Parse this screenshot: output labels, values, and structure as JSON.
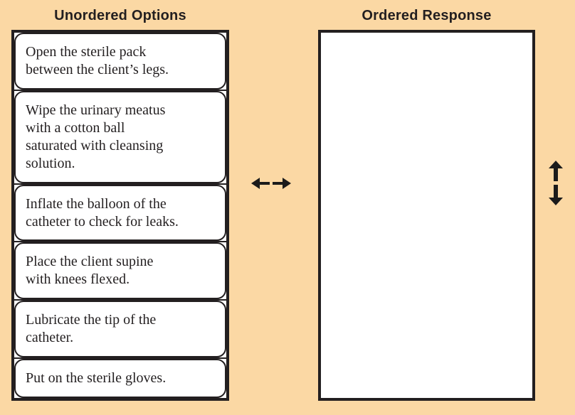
{
  "colors": {
    "background": "#FBD8A4",
    "ink": "#231F20",
    "card_background": "#FFFFFF"
  },
  "unordered_panel": {
    "title": "Unordered Options",
    "options": [
      "Open the sterile pack\nbetween the client’s legs.",
      "Wipe the urinary meatus\nwith a cotton ball\nsaturated with cleansing\nsolution.",
      "Inflate the balloon of the\ncatheter to check for leaks.",
      "Place the client supine\nwith knees flexed.",
      "Lubricate the tip of the\ncatheter.",
      "Put on the sterile gloves."
    ]
  },
  "ordered_panel": {
    "title": "Ordered Response",
    "items": []
  },
  "icons": {
    "transfer": [
      "left-arrow",
      "right-arrow"
    ],
    "reorder": [
      "up-arrow",
      "down-arrow"
    ]
  }
}
